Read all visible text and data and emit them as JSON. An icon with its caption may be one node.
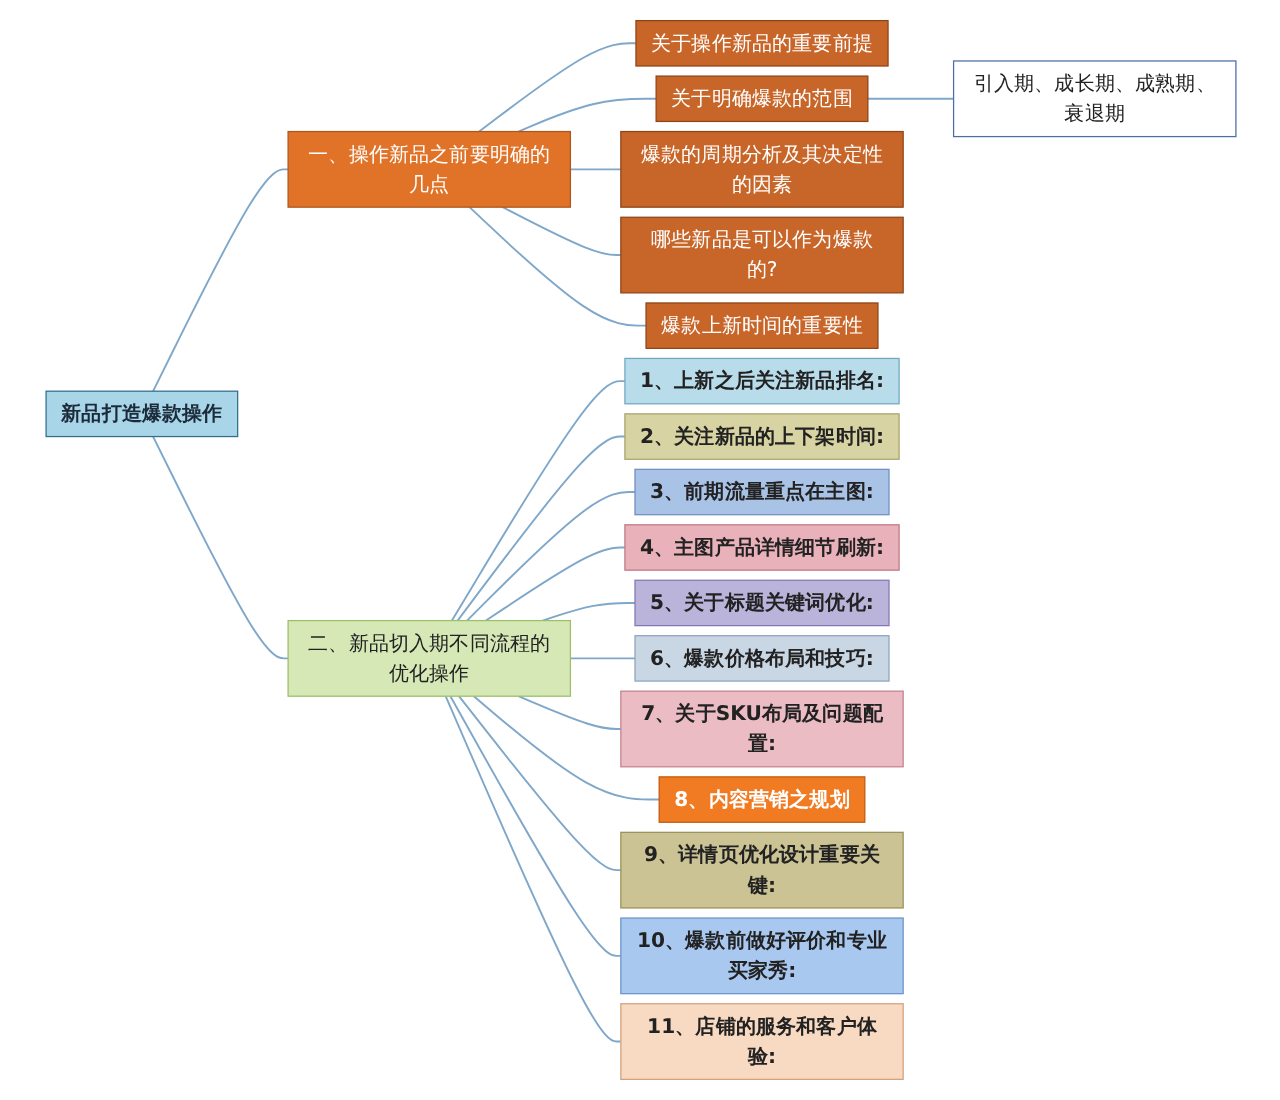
{
  "diagram": {
    "nodes": [
      {
        "text": [
          "新品打造爆款操作"
        ]
      },
      {
        "text": [
          "一、操作新品之前要明确的几点"
        ]
      },
      {
        "text": [
          "关于操作新品的重要前提"
        ]
      },
      {
        "text": [
          "关于明确爆款的范围"
        ]
      },
      {
        "text": [
          "爆款的周期分析及其决定性的因素"
        ]
      },
      {
        "text": [
          "哪些新品是可以作为爆款的?"
        ]
      },
      {
        "text": [
          "爆款上新时间的重要性"
        ]
      },
      {
        "text": [
          "引入期、成长期、成熟期、衰退期"
        ]
      },
      {
        "text": [
          "二、新品切入期不同流程的优化操作"
        ]
      },
      {
        "text": [
          "1、上新之后关注新品排名:"
        ]
      },
      {
        "text": [
          "2、关注新品的上下架时间:"
        ]
      },
      {
        "text": [
          "3、前期流量重点在主图:"
        ]
      },
      {
        "text": [
          "4、主图产品详情细节刷新:"
        ]
      },
      {
        "text": [
          "5、关于标题关键词优化:"
        ]
      },
      {
        "text": [
          "6、爆款价格布局和技巧:"
        ]
      },
      {
        "text": [
          "7、关于SKU布局及问题配置:"
        ]
      },
      {
        "text": [
          "8、内容营销之规划"
        ]
      },
      {
        "text": [
          "9、详情页优化设计重要关键:"
        ]
      },
      {
        "text": [
          "10、爆款前做好评价和专业买家秀:"
        ]
      },
      {
        "text": [
          "11、店铺的服务和客户体验:"
        ]
      }
    ],
    "edges": [
      {
        "from": 0,
        "to": 1,
        "arrow": "none"
      },
      {
        "from": 1,
        "to": 2,
        "arrow": "none"
      },
      {
        "from": 1,
        "to": 3,
        "arrow": "none"
      },
      {
        "from": 1,
        "to": 4,
        "arrow": "none"
      },
      {
        "from": 1,
        "to": 5,
        "arrow": "none"
      },
      {
        "from": 1,
        "to": 6,
        "arrow": "none"
      },
      {
        "from": 3,
        "to": 7,
        "arrow": "none"
      },
      {
        "from": 0,
        "to": 8,
        "arrow": "none"
      },
      {
        "from": 8,
        "to": 9,
        "arrow": "none"
      },
      {
        "from": 8,
        "to": 10,
        "arrow": "none"
      },
      {
        "from": 8,
        "to": 11,
        "arrow": "none"
      },
      {
        "from": 8,
        "to": 12,
        "arrow": "none"
      },
      {
        "from": 8,
        "to": 13,
        "arrow": "none"
      },
      {
        "from": 8,
        "to": 14,
        "arrow": "none"
      },
      {
        "from": 8,
        "to": 15,
        "arrow": "none"
      },
      {
        "from": 8,
        "to": 16,
        "arrow": "none"
      },
      {
        "from": 8,
        "to": 17,
        "arrow": "none"
      },
      {
        "from": 8,
        "to": 18,
        "arrow": "none"
      },
      {
        "from": 8,
        "to": 19,
        "arrow": "none"
      }
    ]
  }
}
